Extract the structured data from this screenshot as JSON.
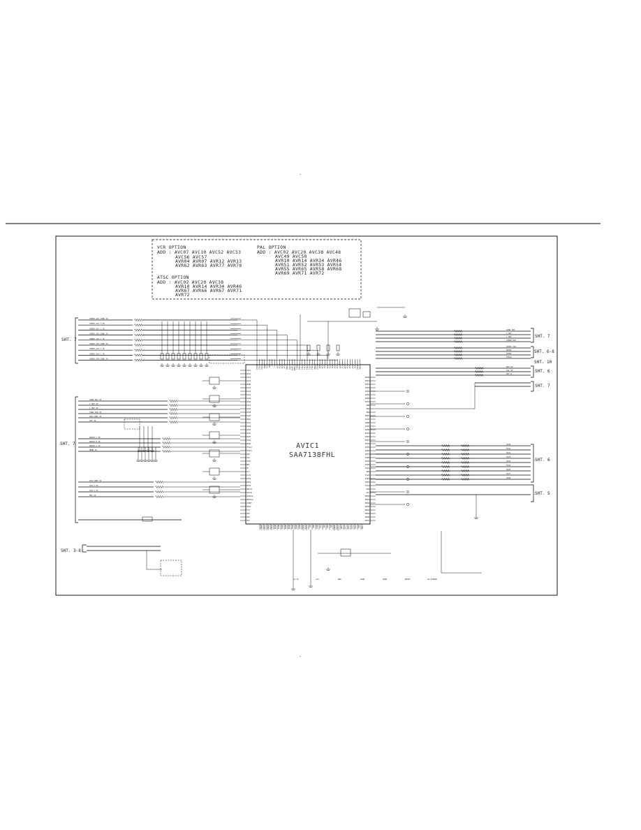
{
  "page_marks": {
    "top_dot": ".",
    "bottom_dot": "."
  },
  "options": {
    "vcr": {
      "title": "VCR OPTION",
      "lines": [
        "ADD : AVC07 AVC10 AVC52 AVC53",
        "AVC56 AVC57",
        "AVR04 AVR07 AVR12 AVR13",
        "AVR62 AVR63 AVR77 AVR78"
      ]
    },
    "atsc": {
      "title": "ATSC OPTION",
      "lines": [
        "ADD : AVC02 AVC20 AVC38",
        "AVR10 AVR14 AVR34 AVR46",
        "AVR67 AVR66 AVR67 AVR71",
        "AVR72"
      ]
    },
    "pal": {
      "title": "PAL OPTION",
      "lines": [
        "ADD : AVC02 AVC20 AVC38 AVC48",
        "AVC49 AVC50",
        "AVR10 AVR14 AVR34 AVR46",
        "AVR51 AVR52 AVR53 AVR54",
        "AVR55 AVR65 AVR58 AVR68",
        "AVR69 AVR71 AVR72"
      ]
    }
  },
  "ic": {
    "ref": "AVIC1",
    "part": "SAA7138FHL"
  },
  "sheet_refs": {
    "left_top": "SHT. 7",
    "left_mid": "SHT. 7",
    "left_bottom": "SHT. 3-8",
    "right_1": "SHT. 7",
    "right_2": "SHT. 6-8",
    "right_3": "SHT. 10",
    "right_4": "SHT. 6",
    "right_5": "SHT. 7",
    "right_6": "SHT. 6",
    "right_7": "SHT. 5"
  },
  "net_labels": {
    "left_top": [
      "VIDEO_AV1_CVBS_3V",
      "VIDEO_AV1_Y_3V",
      "VIDEO_AV1_C_3V",
      "VIDEO_AV2_CVBS_3V",
      "VIDEO_AV2_C_3V",
      "VIDEO_AV3_CVBS_3V",
      "VIDEO_AV3_Y_3V",
      "VIDEO_AV3_C_3V",
      "VIDEO_AV4_CVBS_3V"
    ],
    "left_mid": [
      "CVBS_OUT_3V",
      "Y_OUT_3V",
      "C_OUT_3V",
      "CVBS_TUN_3V",
      "TUN_CVBS_3V",
      "SIF_3V"
    ],
    "left_low": [
      "AUDIO_L_3V",
      "AUDIO_R_3V",
      "AUDIO_C_3V",
      "MONO_3V"
    ],
    "left_bottom": [
      "VCR_CVBS_3V",
      "VCR_Y_3V",
      "VCR_C_3V",
      "FBL_3V"
    ],
    "ic_left_pins": [
      "AI11",
      "AI12",
      "AI13",
      "AI14",
      "AGND",
      "AI21",
      "AI22",
      "AI23",
      "AI24",
      "VSSA",
      "AI31",
      "AI32",
      "AI33",
      "AI34",
      "VDDA",
      "AI41",
      "AI42",
      "AI43",
      "AI44",
      "AOUT",
      "VSSA",
      "VDDA",
      "XTALI",
      "XTALO",
      "VDD",
      "VSS",
      "TEST",
      "RES",
      "CE",
      "LLC",
      "LLC2",
      "RTS0",
      "RTS1",
      "RTCO",
      "AMCLK",
      "ASCLK",
      "ALRCLK",
      "AMXCLK",
      "ITRDY",
      "TRST",
      "TCK",
      "TMS",
      "TDO",
      "TDI"
    ],
    "ic_right_pins": [
      "XPD0",
      "XPD1",
      "XPD2",
      "XPD3",
      "XPD4",
      "XPD5",
      "XPD6",
      "XPD7",
      "XRH",
      "XRV",
      "XDQ",
      "XRDY",
      "XCLK",
      "VDDE",
      "VSSE",
      "IPD0",
      "IPD1",
      "IPD2",
      "IPD3",
      "IPD4",
      "IPD5",
      "IPD6",
      "IPD7",
      "IGPH",
      "IGPV",
      "IGP0",
      "IGP1",
      "IDQ",
      "ICLK",
      "ITRI",
      "VDDI",
      "VSSI",
      "SDA",
      "SCL",
      "HPD0",
      "HPD1",
      "HPD2",
      "HPD3",
      "HPD4",
      "HPD5",
      "HPD6",
      "HPD7"
    ],
    "ic_top_pins": [
      "XTOUT",
      "XTALI",
      "XTALO",
      "VDDX",
      "VSSX",
      "RES",
      "CE",
      "LLC",
      "LLC2",
      "RTS0",
      "RTS1",
      "RTCO",
      "AMCLK",
      "ASCLK",
      "ALRCLK",
      "AMXCLK",
      "ITRDY",
      "TEST0",
      "TEST1",
      "TEST2",
      "TEST3",
      "TEST4",
      "TEST5",
      "VDDA0",
      "VSSA0",
      "AOUT",
      "AI11",
      "AI12",
      "AI21",
      "AI22",
      "AI23",
      "AI24",
      "AI31",
      "AI32",
      "AI33",
      "AI34",
      "AI41",
      "AI42",
      "AI43",
      "AI44",
      "VSSA1",
      "VDDA1"
    ],
    "ic_bottom_pins": [
      "VDDD1",
      "VSSD1",
      "VDDD2",
      "VSSD2",
      "HPD0",
      "HPD1",
      "HPD2",
      "HPD3",
      "HPD4",
      "HPD5",
      "HPD6",
      "HPD7",
      "VDDD3",
      "VSSD3",
      "SCL",
      "SDA",
      "TRST",
      "TCK",
      "TMS",
      "TDO",
      "TDI",
      "VDDD4",
      "VSSD4",
      "IGPH",
      "IGPV",
      "IGP0",
      "IGP1",
      "ICLK",
      "IDQ",
      "ITRI"
    ],
    "right_top": [
      "CVBS_OUT",
      "Y_OUT",
      "C_OUT",
      "VIDEO_OUT"
    ],
    "right_mid": [
      "PIXEL_CLK",
      "HSYNC",
      "VSYNC",
      "FIELD"
    ],
    "right_low": [
      "SDA_5V",
      "SCL_5V",
      "INT_N"
    ],
    "right_bus": [
      "YUV0",
      "YUV1",
      "YUV2",
      "YUV3",
      "YUV4",
      "YUV5",
      "YUV6",
      "YUV7",
      "YUV8"
    ],
    "bottom_misc": [
      "+3.3V",
      "+5V",
      "GND",
      "AVDD",
      "DVDD",
      "RESET",
      "24.576MHz"
    ]
  }
}
